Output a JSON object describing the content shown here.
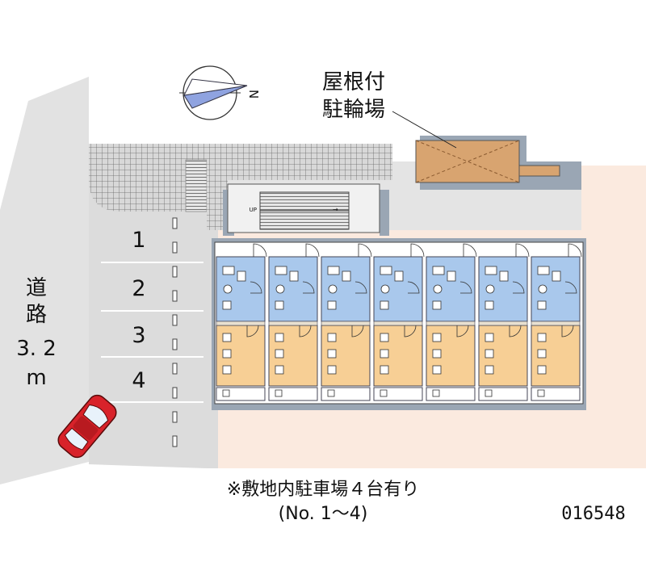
{
  "road": {
    "line1": "道",
    "line2": "路",
    "line3": "3. 2",
    "line4": "m"
  },
  "bicycle_parking": {
    "line1": "屋根付",
    "line2": "駐輪場"
  },
  "compass": {
    "north_letter": "N"
  },
  "stair_label": "UP",
  "parking_slots": [
    "1",
    "2",
    "3",
    "4"
  ],
  "units_count": 7,
  "note": {
    "line1": "※敷地内駐車場４台有り",
    "line2": "(No. 1～4)"
  },
  "property_code": "016548",
  "colors": {
    "wet_area": "#a9c8ec",
    "room": "#f7cf95",
    "site": "#fbeadf",
    "paving": "#dcdcdc",
    "shadow": "#9aa6b4",
    "car": "#d8222a"
  }
}
